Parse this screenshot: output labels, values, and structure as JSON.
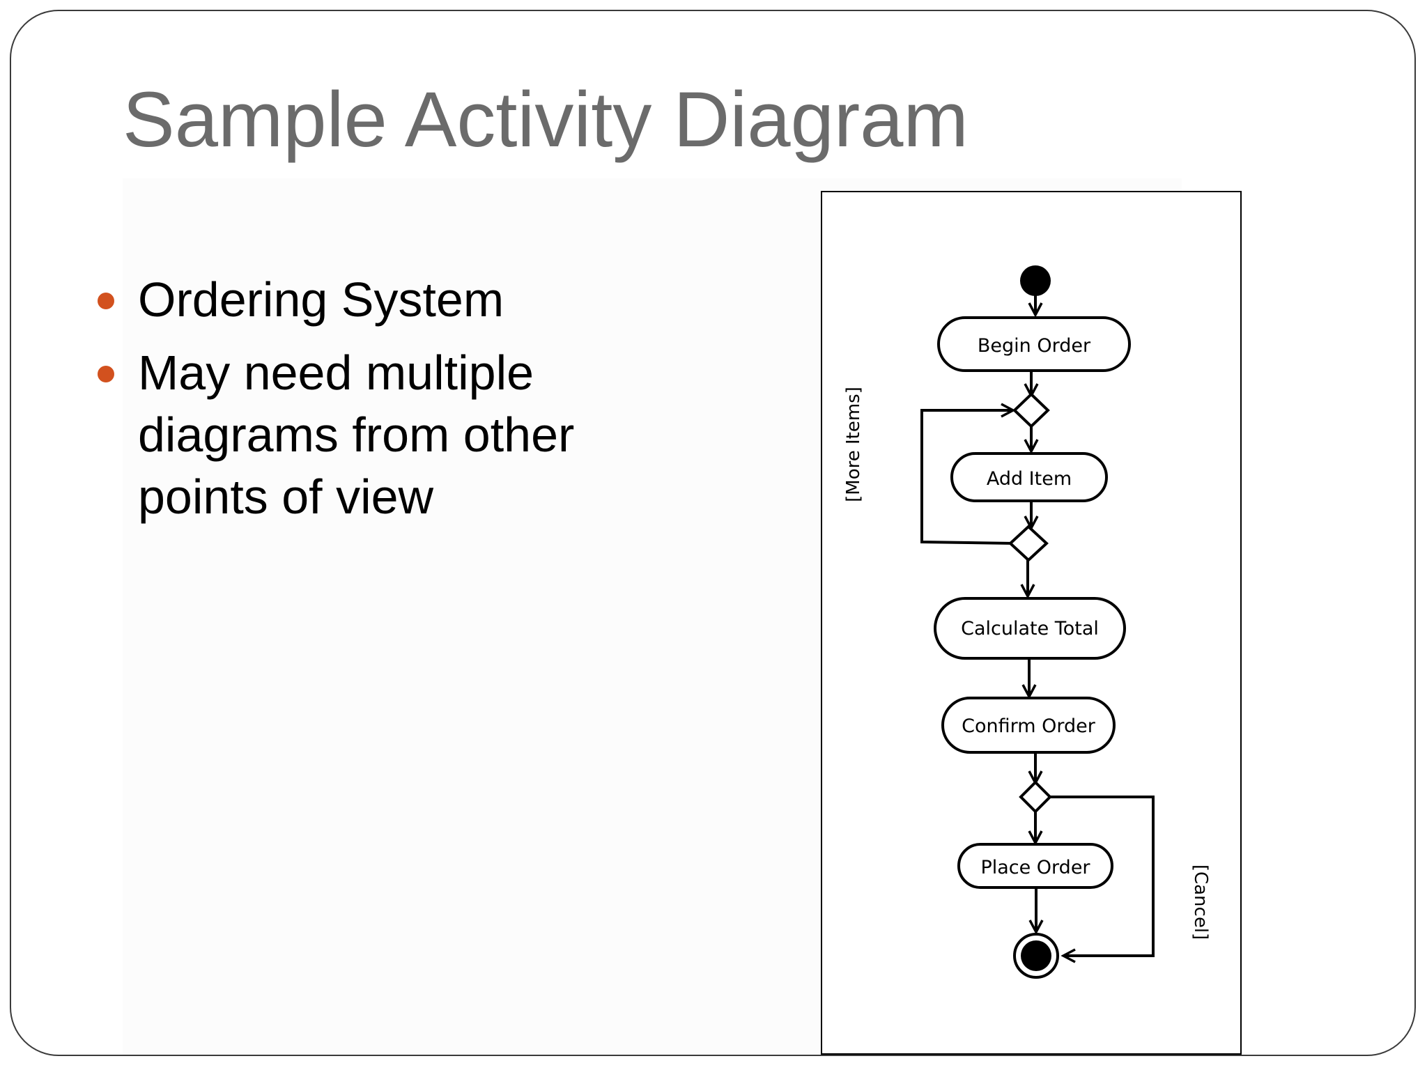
{
  "slide": {
    "title": "Sample Activity Diagram",
    "bullet_color": "#d2511e",
    "bullets": [
      "Ordering System",
      "May need multiple diagrams from other points of view"
    ]
  },
  "diagram": {
    "type": "uml-activity",
    "nodes": {
      "start": "initial-node",
      "begin_order": "Begin Order",
      "add_item": "Add Item",
      "calculate_total": "Calculate Total",
      "confirm_order": "Confirm Order",
      "place_order": "Place Order",
      "end": "final-node"
    },
    "guards": {
      "more_items": "[More Items]",
      "cancel": "[Cancel]"
    },
    "edges": [
      [
        "start",
        "begin_order"
      ],
      [
        "begin_order",
        "merge"
      ],
      [
        "merge",
        "add_item"
      ],
      [
        "add_item",
        "decision_more"
      ],
      [
        "decision_more",
        "merge",
        "more_items"
      ],
      [
        "decision_more",
        "calculate_total"
      ],
      [
        "calculate_total",
        "confirm_order"
      ],
      [
        "confirm_order",
        "decision_cancel"
      ],
      [
        "decision_cancel",
        "place_order"
      ],
      [
        "decision_cancel",
        "end",
        "cancel"
      ],
      [
        "place_order",
        "end"
      ]
    ]
  }
}
